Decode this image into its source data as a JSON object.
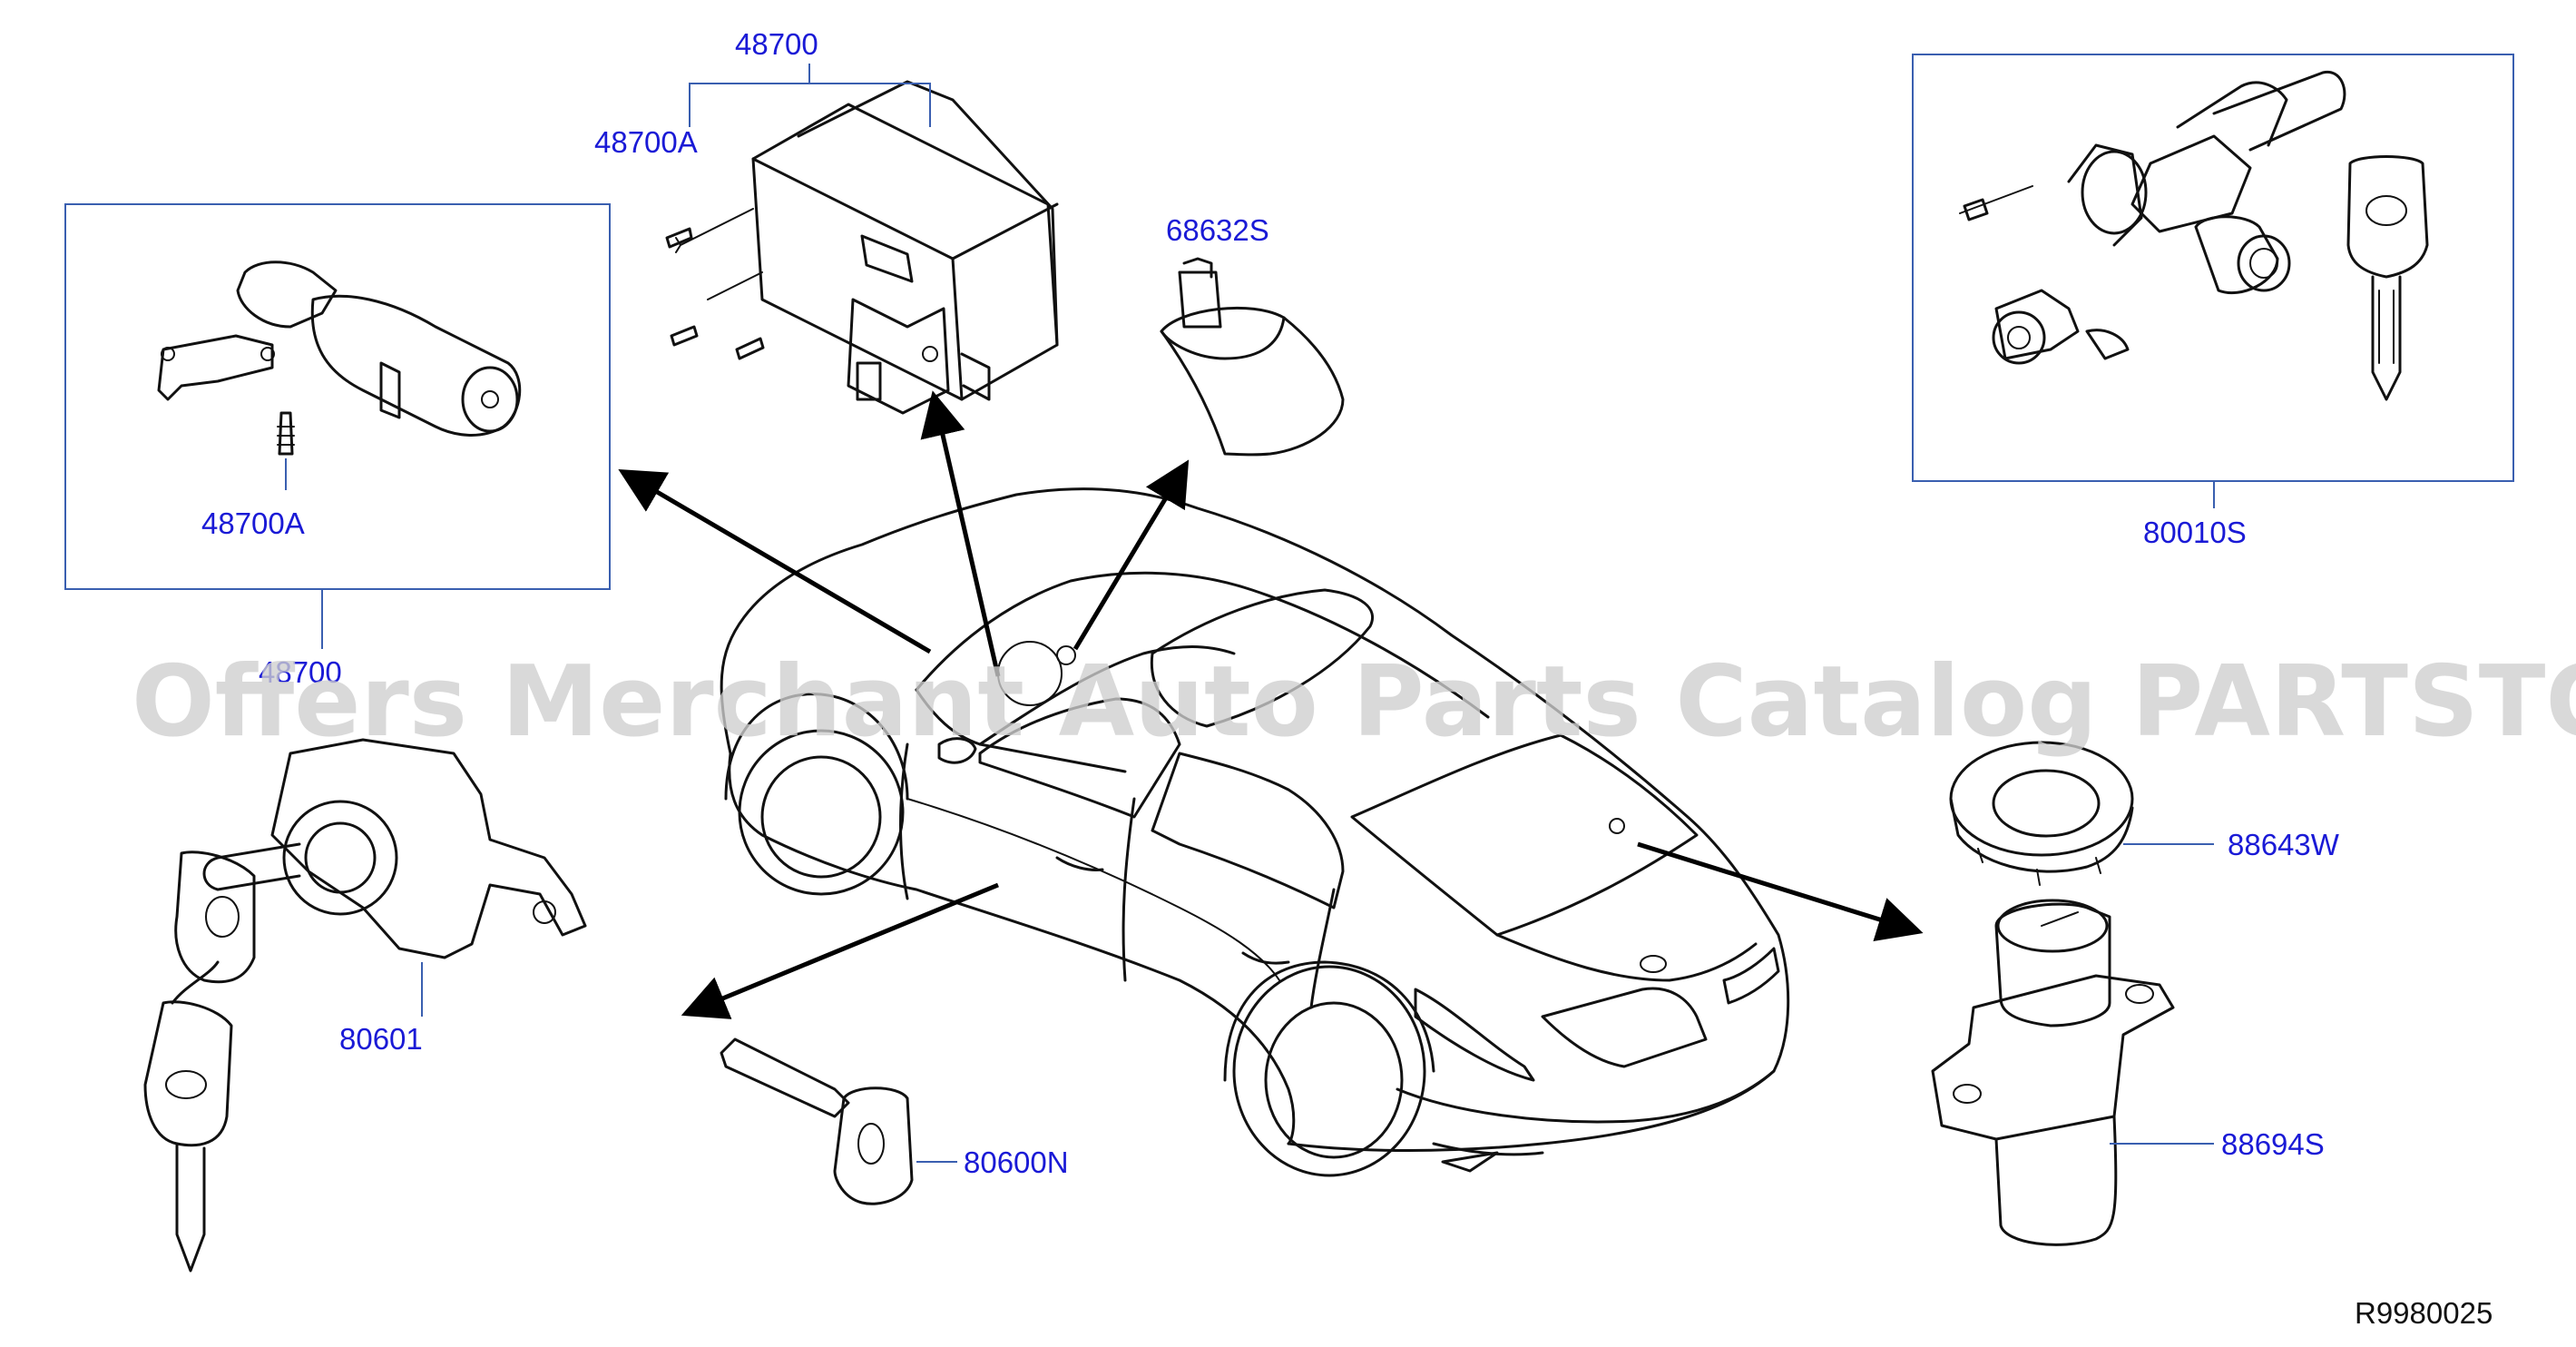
{
  "watermark": "Offers Merchant Auto Parts Catalog PARTSTORE.SA",
  "reference": "R9980025",
  "callouts": {
    "p48700_top": "48700",
    "p48700a_top": "48700A",
    "p48700a_box": "48700A",
    "p48700_box": "48700",
    "p68632s": "68632S",
    "p80010s": "80010S",
    "p80601": "80601",
    "p80600n": "80600N",
    "p88643w": "88643W",
    "p88694s": "88694S"
  },
  "colors": {
    "label": "#1a1ad6",
    "box_stroke": "#3a5fb0",
    "drawing": "#111111",
    "watermark": "#cfcfcf"
  }
}
